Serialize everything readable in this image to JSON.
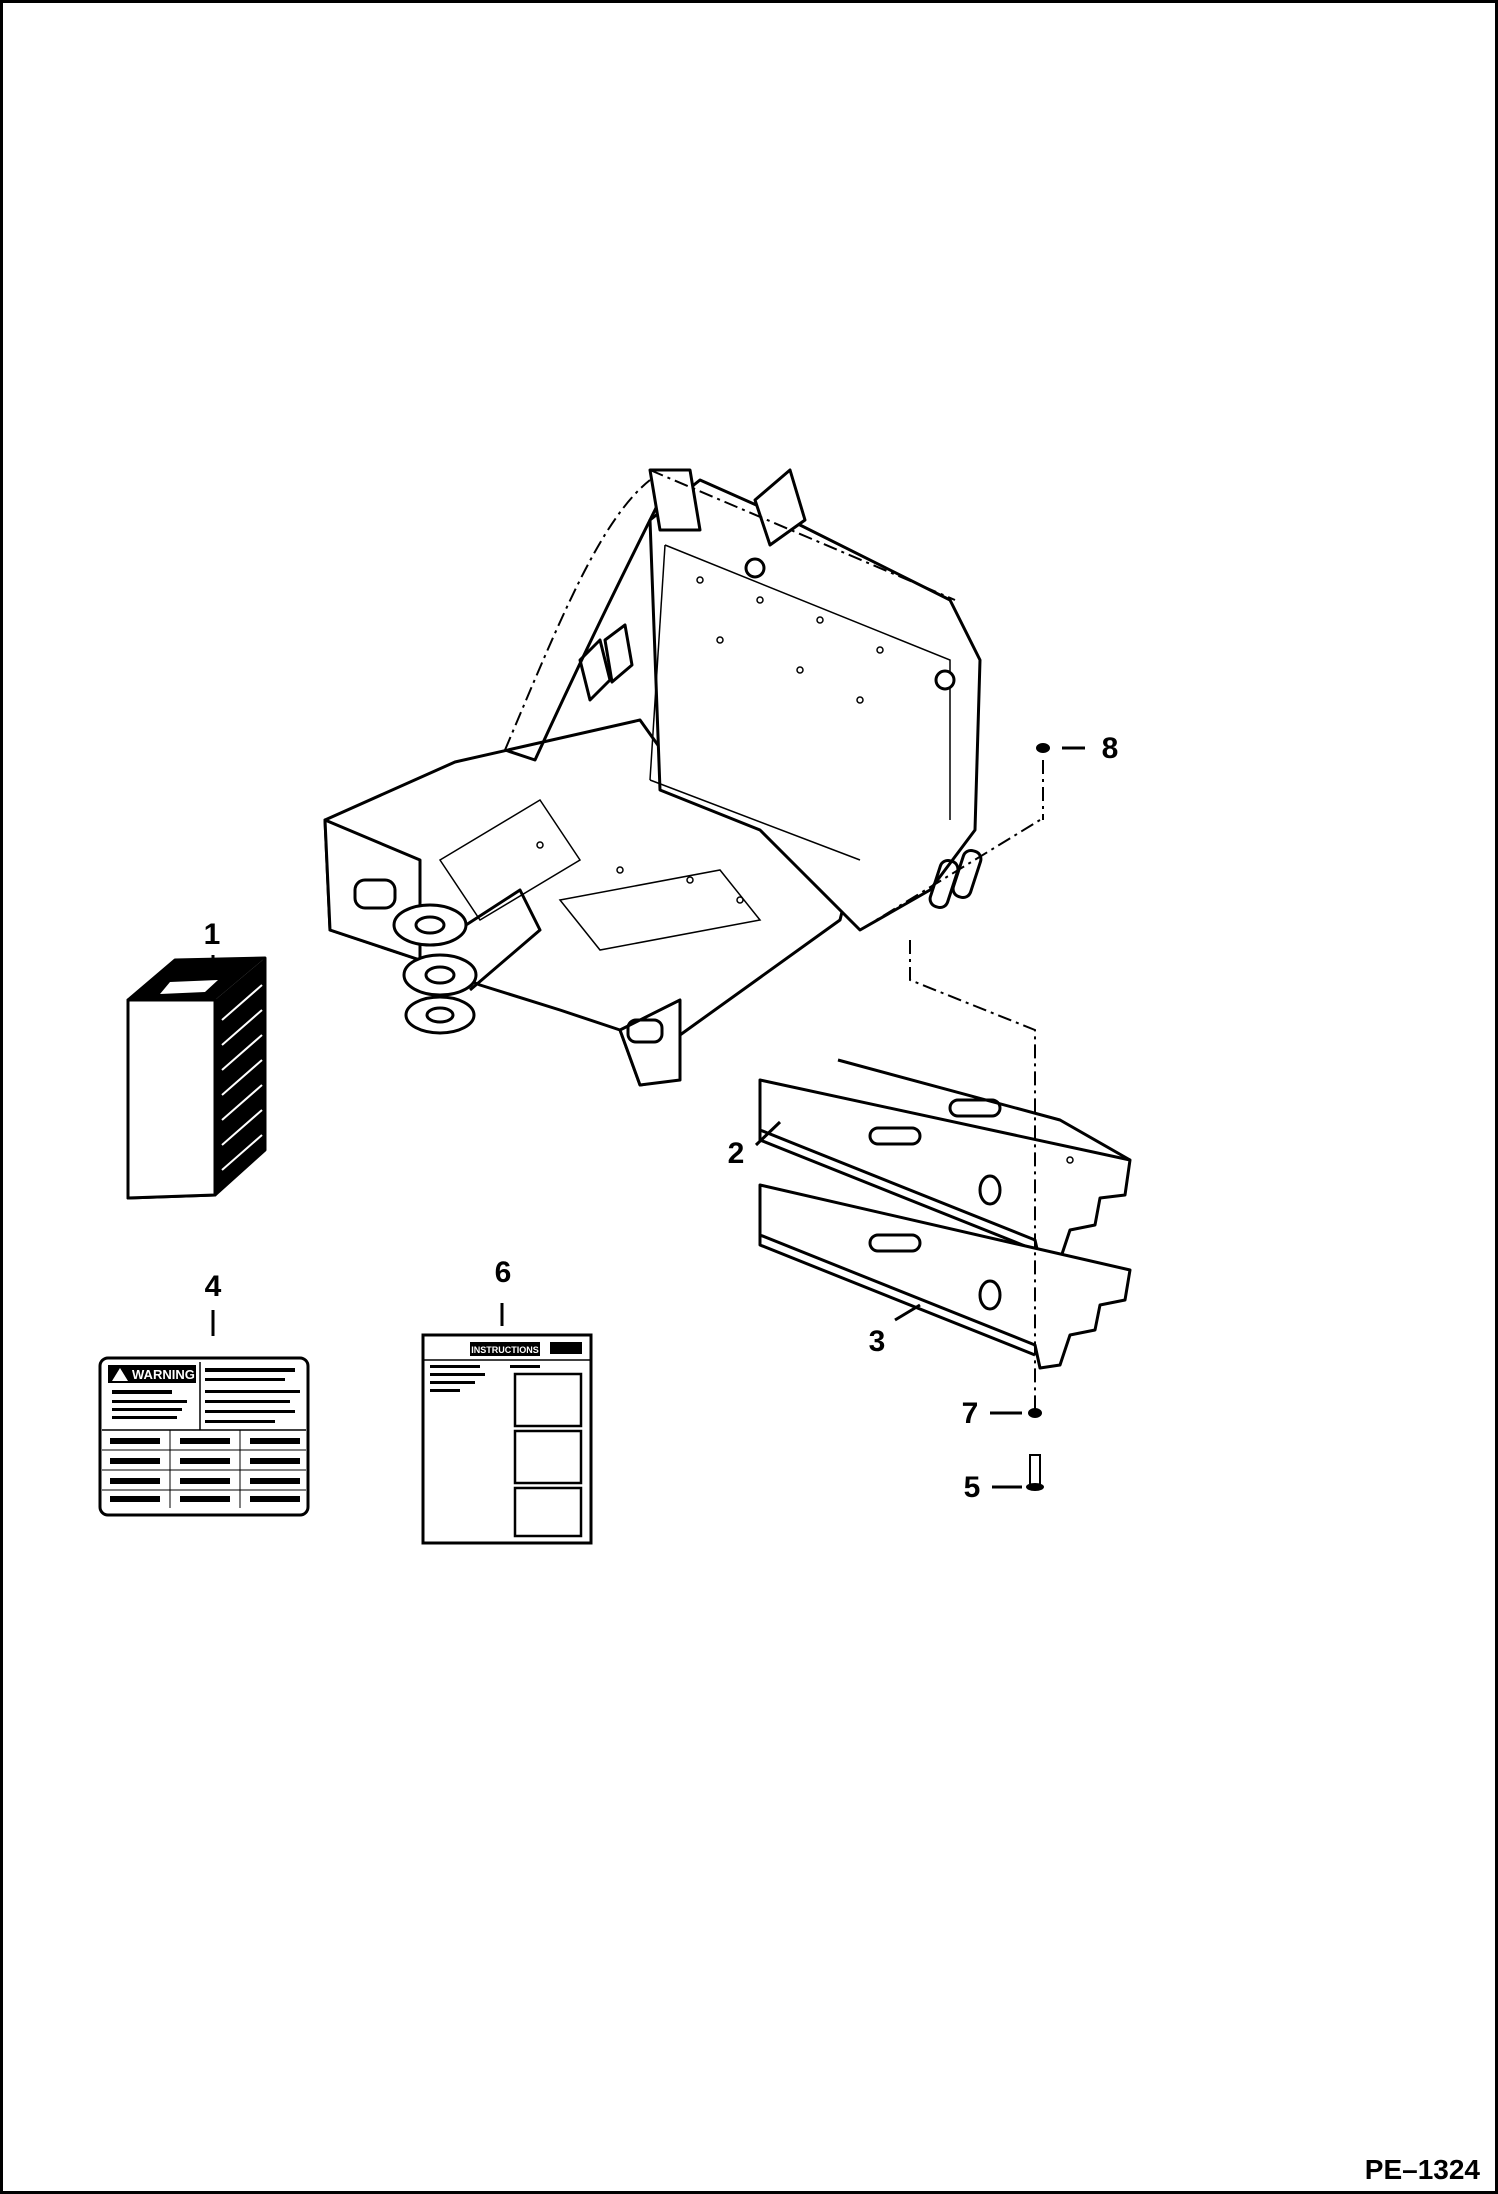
{
  "callouts": [
    {
      "id": "label-1",
      "text": "1"
    },
    {
      "id": "label-2",
      "text": "2"
    },
    {
      "id": "label-3",
      "text": "3"
    },
    {
      "id": "label-4",
      "text": "4"
    },
    {
      "id": "label-5",
      "text": "5"
    },
    {
      "id": "label-6",
      "text": "6"
    },
    {
      "id": "label-7",
      "text": "7"
    },
    {
      "id": "label-8",
      "text": "8"
    }
  ],
  "drawing_code": "PE–1324",
  "decal_warning_header": "WARNING",
  "decal_instructions_header": "INSTRUCTIONS"
}
